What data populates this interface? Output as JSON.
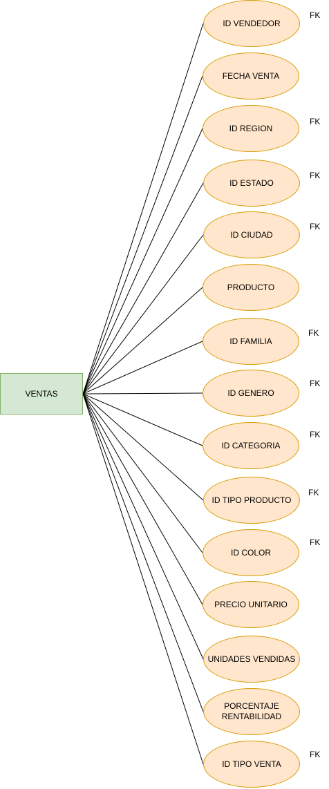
{
  "entity": {
    "label": "VENTAS"
  },
  "attributes": [
    {
      "label": "ID VENDEDOR",
      "fk": "FK"
    },
    {
      "label": "FECHA VENTA",
      "fk": ""
    },
    {
      "label": "ID REGION",
      "fk": "FK"
    },
    {
      "label": "ID ESTADO",
      "fk": "FK"
    },
    {
      "label": "ID CIUDAD",
      "fk": "FK"
    },
    {
      "label": "PRODUCTO",
      "fk": ""
    },
    {
      "label": "ID FAMILIA",
      "fk": "FK"
    },
    {
      "label": "ID GENERO",
      "fk": "FK"
    },
    {
      "label": "ID CATEGORIA",
      "fk": "FK"
    },
    {
      "label": "ID TIPO PRODUCTO",
      "fk": "FK"
    },
    {
      "label": "ID COLOR",
      "fk": "FK"
    },
    {
      "label": "PRECIO UNITARIO",
      "fk": ""
    },
    {
      "label": "UNIDADES VENDIDAS",
      "fk": ""
    },
    {
      "label": "PORCENTAJE\nRENTABILIDAD",
      "fk": ""
    },
    {
      "label": "ID TIPO VENTA",
      "fk": "FK"
    }
  ]
}
